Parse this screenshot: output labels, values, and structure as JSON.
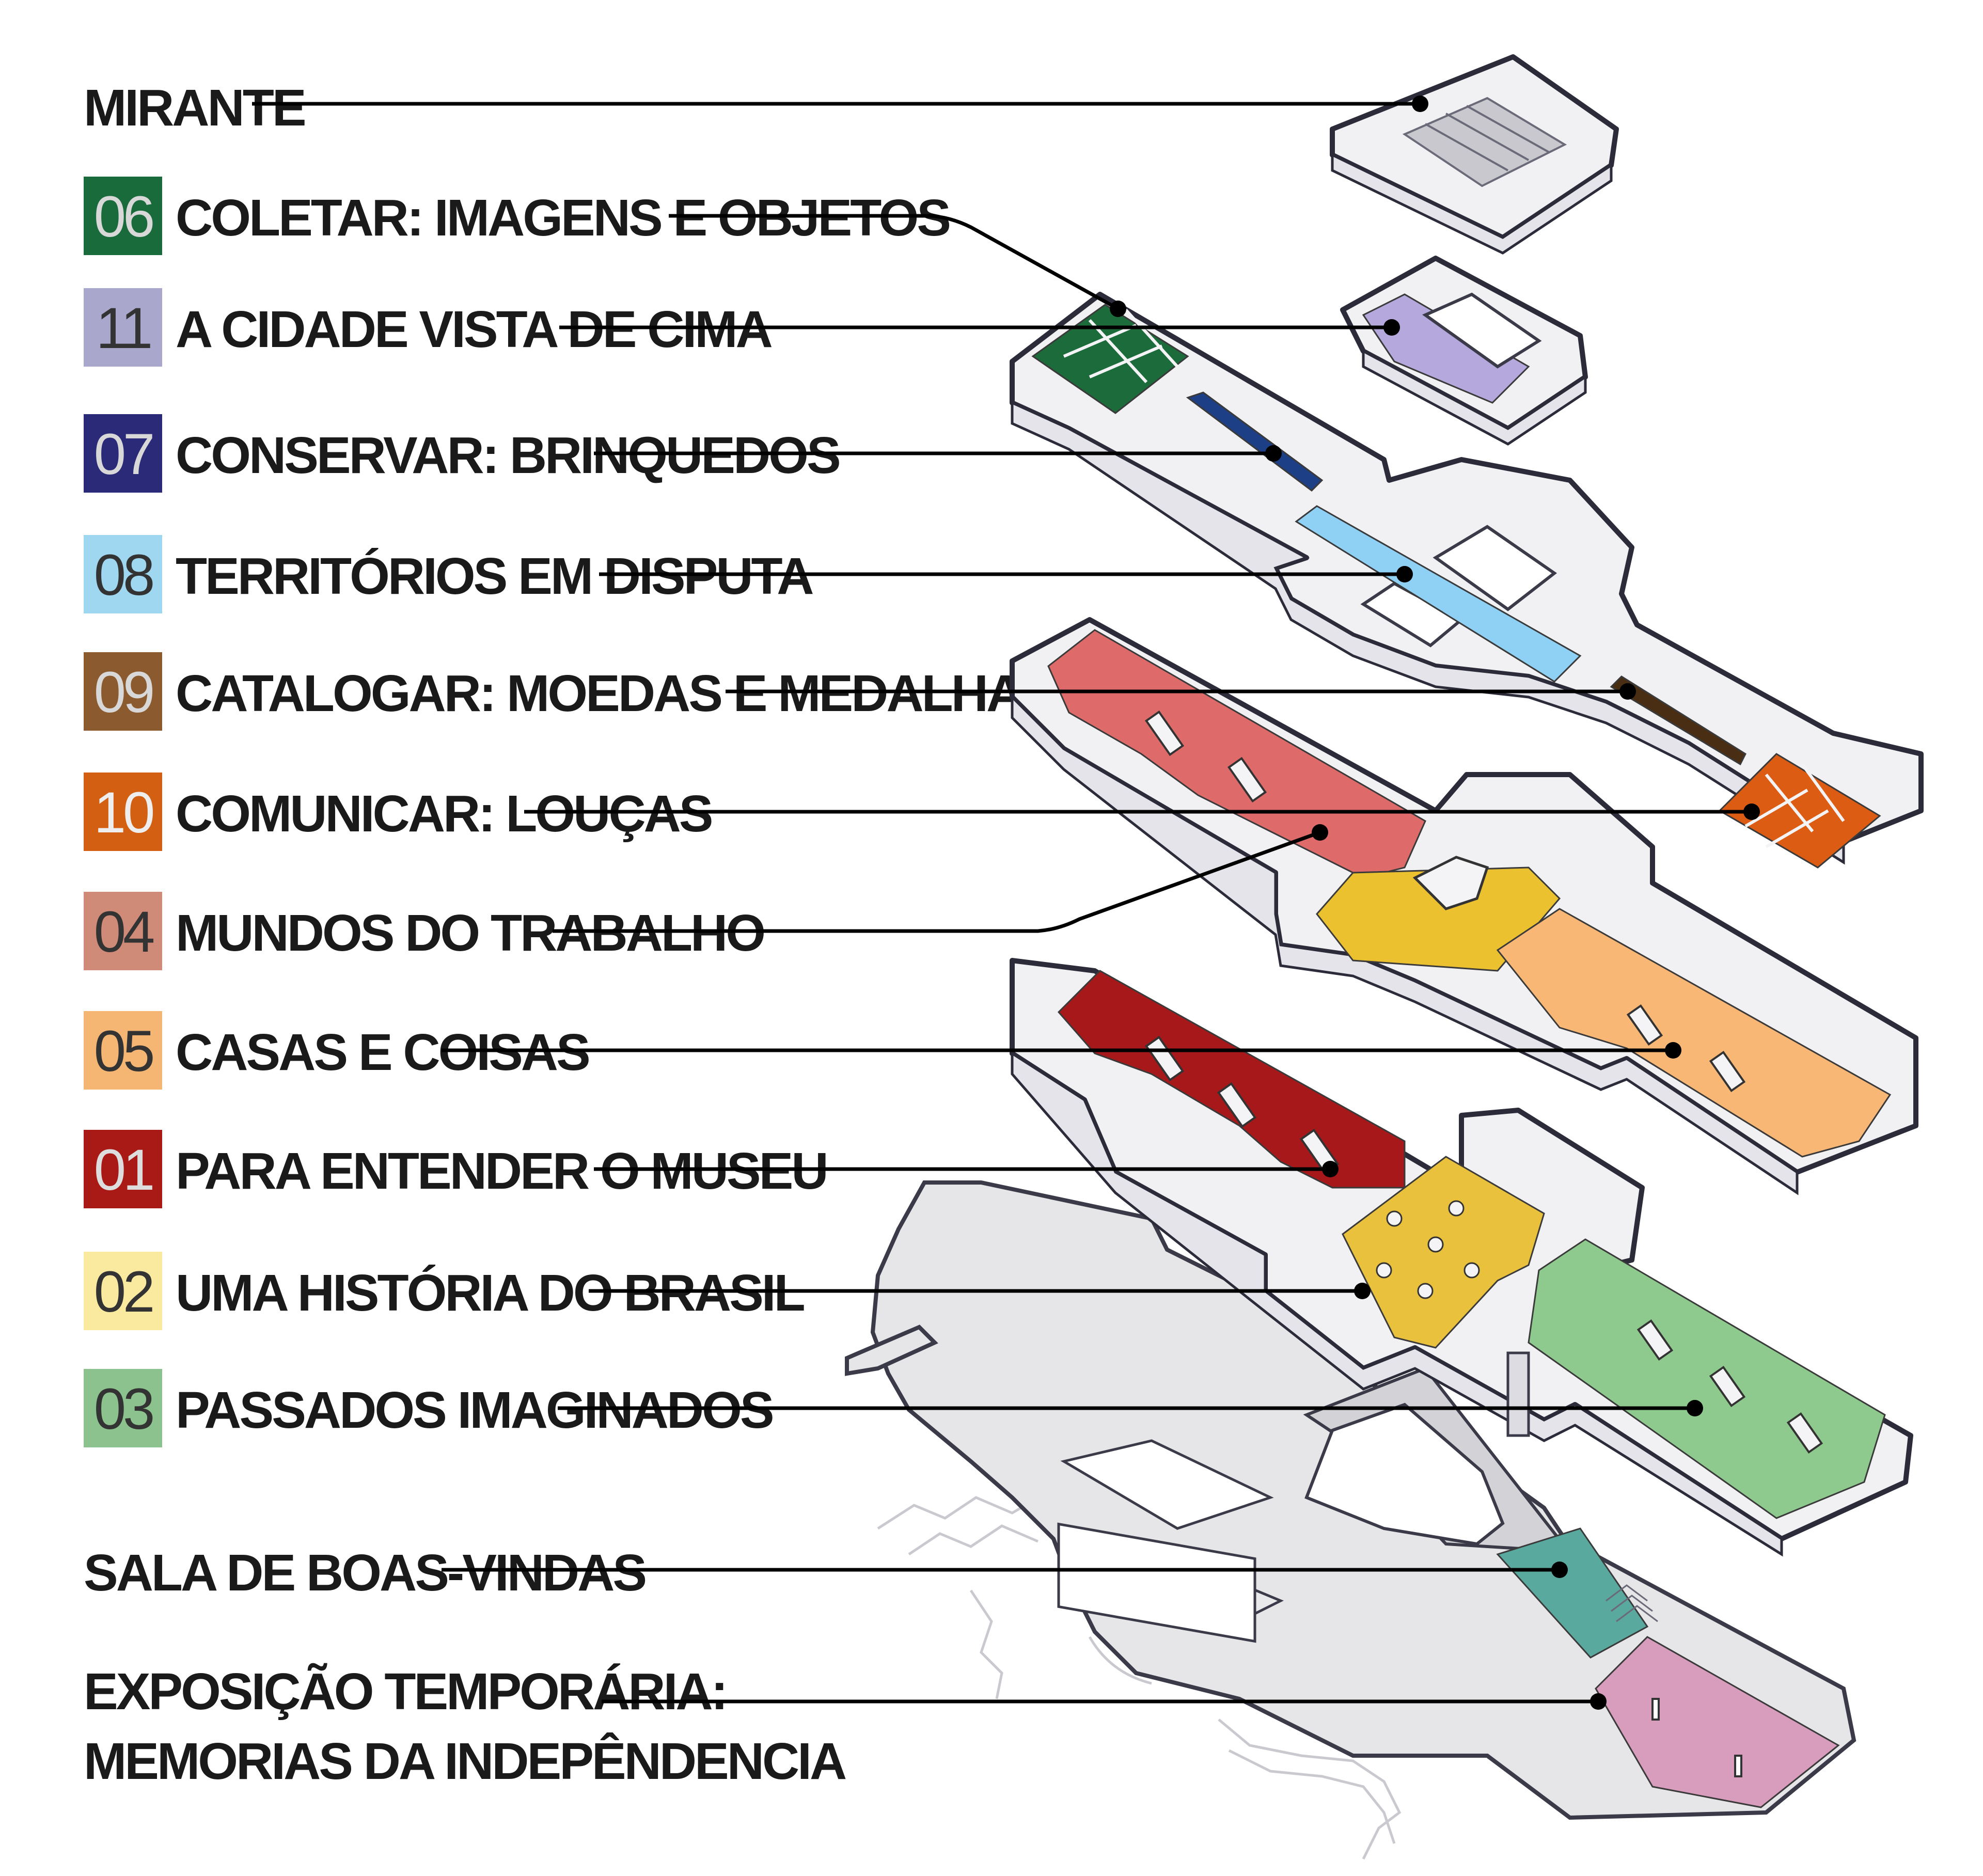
{
  "legend": {
    "mirante": "MIRANTE",
    "items": [
      {
        "num": "06",
        "label": "COLETAR: IMAGENS E OBJETOS",
        "color": "#1a6b3c",
        "num_color": "#d8d8d8"
      },
      {
        "num": "11",
        "label": "A CIDADE VISTA DE CIMA",
        "color": "#aaa7cc",
        "num_color": "#333333"
      },
      {
        "num": "07",
        "label": "CONSERVAR: BRINQUEDOS",
        "color": "#2b2a78",
        "num_color": "#d8d8d8"
      },
      {
        "num": "08",
        "label": "TERRITÓRIOS EM DISPUTA",
        "color": "#9fd6f0",
        "num_color": "#333333"
      },
      {
        "num": "09",
        "label": "CATALOGAR: MOEDAS E MEDALHAS",
        "color": "#8b5a2e",
        "num_color": "#d8d8d8"
      },
      {
        "num": "10",
        "label": "COMUNICAR:  LOUÇAS",
        "color": "#d35f12",
        "num_color": "#eeeeee"
      },
      {
        "num": "04",
        "label": "MUNDOS DO TRABALHO",
        "color": "#cf8a78",
        "num_color": "#333333"
      },
      {
        "num": "05",
        "label": "CASAS E COISAS",
        "color": "#f5b673",
        "num_color": "#333333"
      },
      {
        "num": "01",
        "label": "PARA ENTENDER O MUSEU",
        "color": "#a91a17",
        "num_color": "#dddddd"
      },
      {
        "num": "02",
        "label": "UMA HISTÓRIA DO BRASIL",
        "color": "#faeaa0",
        "num_color": "#333333"
      },
      {
        "num": "03",
        "label": "PASSADOS IMAGINADOS",
        "color": "#8cc28d",
        "num_color": "#333333"
      }
    ],
    "welcome": "SALA DE BOAS-VINDAS",
    "temp_line1": "EXPOSIÇÃO TEMPORÁRIA:",
    "temp_line2": "MEMORIAS DA INDEPÊNDENCIA"
  },
  "zone_colors": {
    "coletar": "#1c6b3a",
    "cidade": "#b5a8dc",
    "conservar": "#1d3f86",
    "territorios": "#8fd0f5",
    "catalogar": "#4a2e14",
    "comunicar": "#dd5c14",
    "mundos": "#de6a6a",
    "central_yellow": "#ecc12f",
    "casas": "#f8b774",
    "entender": "#a6181a",
    "historia": "#e9c13c",
    "passados": "#8ec98d",
    "boas_vindas": "#5aa99e",
    "temporaria": "#d89cbc",
    "building": "#f1f1f3",
    "ground": "#e6e6e9"
  }
}
